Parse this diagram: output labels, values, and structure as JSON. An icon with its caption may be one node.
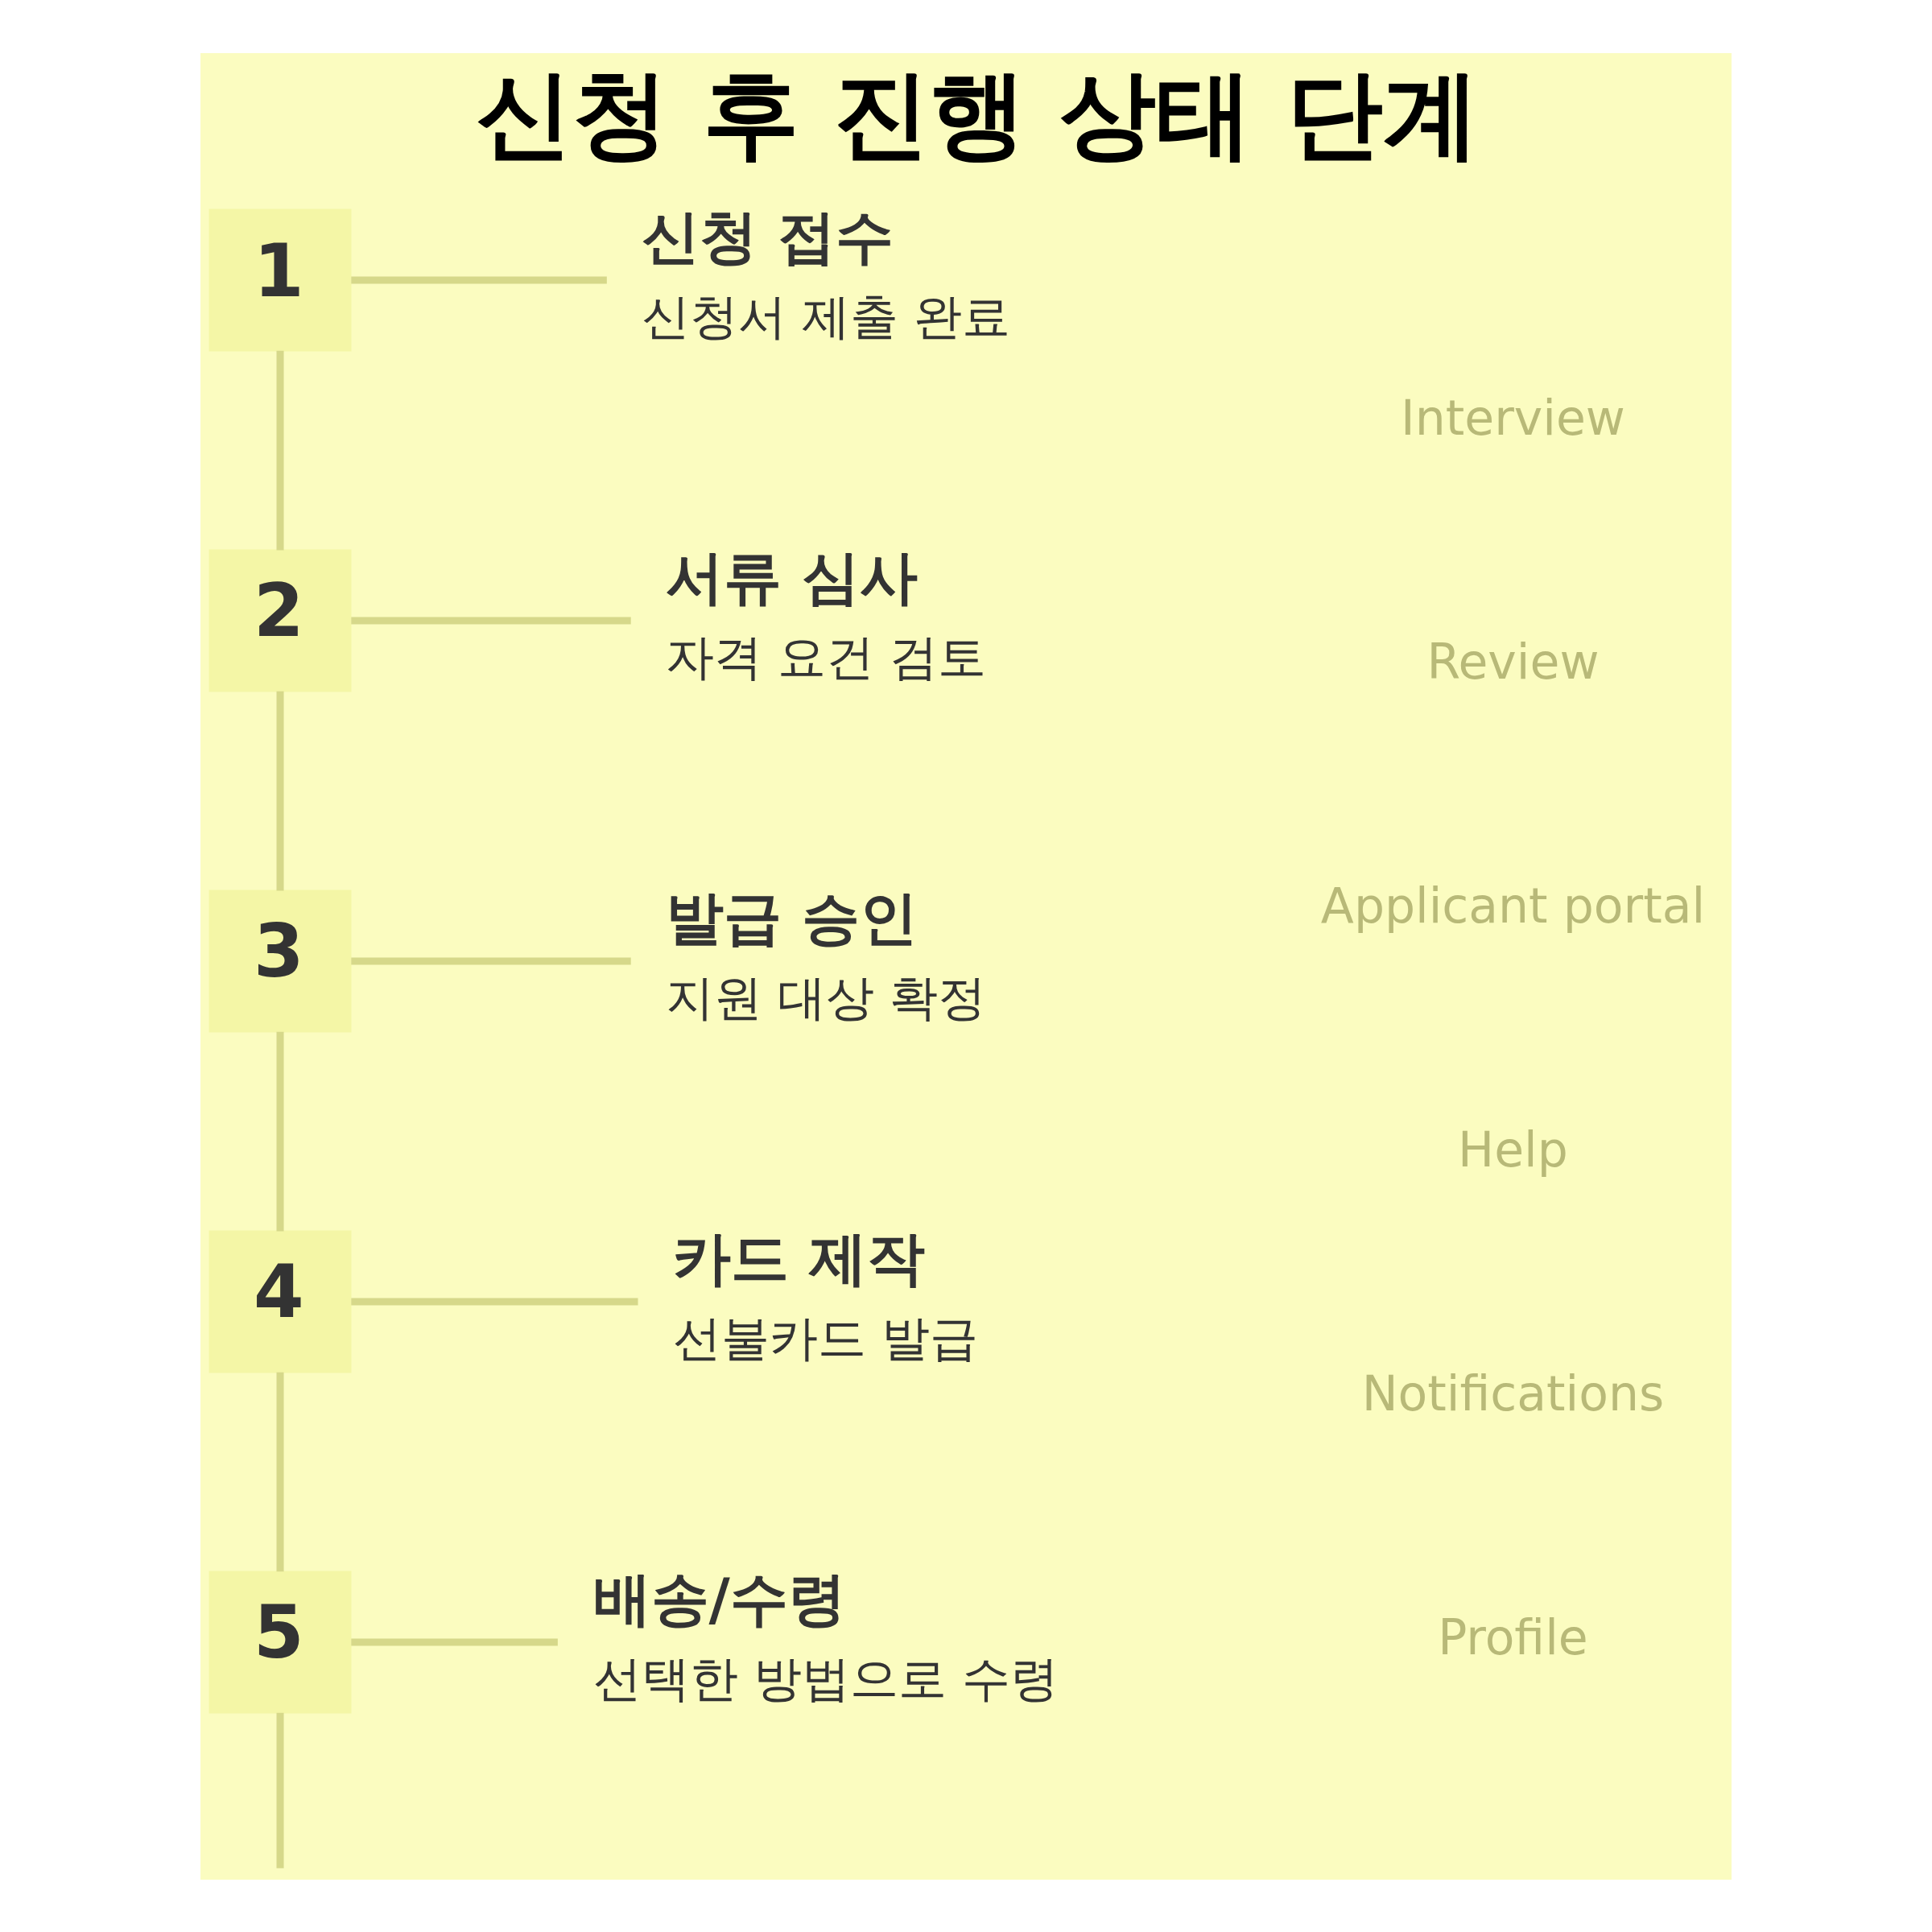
{
  "diagram": {
    "title": "신청 후 진행 상태 단계",
    "nodes": [
      {
        "text": [
          "1"
        ]
      },
      {
        "text": [
          "신청 접수",
          "신청서 제출 완료"
        ]
      },
      {
        "text": [
          "2"
        ]
      },
      {
        "text": [
          "서류 심사",
          "자격 요건 검토"
        ]
      },
      {
        "text": [
          "3"
        ]
      },
      {
        "text": [
          "발급 승인",
          "지원 대상 확정"
        ]
      },
      {
        "text": [
          "4"
        ]
      },
      {
        "text": [
          "카드 제작",
          "선불카드 발급"
        ]
      },
      {
        "text": [
          "5"
        ]
      },
      {
        "text": [
          "배송/수령",
          "선택한 방법으로 수령"
        ]
      }
    ],
    "edges": [
      {
        "from": 0,
        "to": 1,
        "arrow": "none"
      },
      {
        "from": 0,
        "to": 2,
        "arrow": "none"
      },
      {
        "from": 2,
        "to": 3,
        "arrow": "none"
      },
      {
        "from": 2,
        "to": 4,
        "arrow": "none"
      },
      {
        "from": 4,
        "to": 5,
        "arrow": "none"
      },
      {
        "from": 4,
        "to": 6,
        "arrow": "none"
      },
      {
        "from": 6,
        "to": 7,
        "arrow": "none"
      },
      {
        "from": 6,
        "to": 8,
        "arrow": "none"
      },
      {
        "from": 8,
        "to": 9,
        "arrow": "none"
      },
      {
        "from": 8,
        "to": null,
        "arrow": "none"
      }
    ],
    "labels": [
      "Profile",
      "Notifications",
      "Help",
      "Applicant portal",
      "Review",
      "Interview"
    ]
  }
}
